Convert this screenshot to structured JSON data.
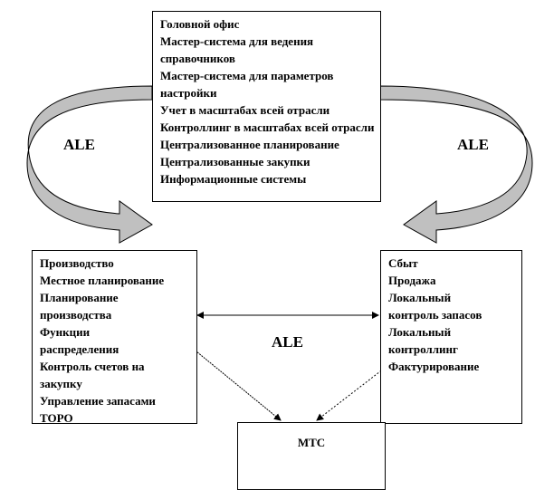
{
  "head_office": {
    "items": [
      "Головной офис",
      "Мастер-система для ведения",
      "справочников",
      "Мастер-система для параметров",
      "настройки",
      "Учет в масштабах всей отрасли",
      "Контроллинг в масштабах всей отрасли",
      "Централизованное планирование",
      "Централизованные закупки",
      "Информационные системы"
    ]
  },
  "plant": {
    "items": [
      "Производство",
      "Местное планирование",
      "Планирование",
      "производства",
      "Функции",
      "распределения",
      "Контроль счетов на",
      "закупку",
      "Управление запасами",
      "ТОРО"
    ]
  },
  "sales": {
    "items": [
      "Сбыт",
      "Продажа",
      "Локальный",
      "контроль запасов",
      "Локальный",
      "контроллинг",
      "Фактурирование"
    ]
  },
  "mts": {
    "label": "МТС"
  },
  "links": {
    "left": "ALE",
    "right": "ALE",
    "center": "ALE"
  }
}
